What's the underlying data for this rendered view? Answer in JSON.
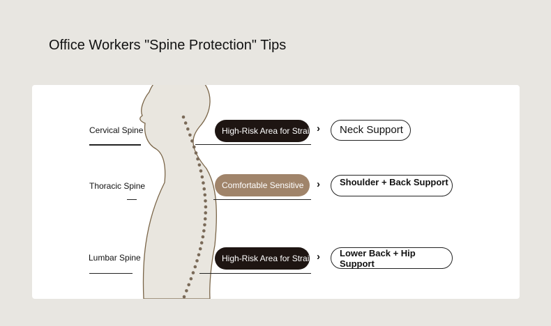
{
  "title": "Office Workers \"Spine Protection\" Tips",
  "rows": [
    {
      "region": "Cervical Spine",
      "status": "High-Risk Area for Strain",
      "arrow": "›",
      "tip": "Neck Support"
    },
    {
      "region": "Thoracic Spine",
      "status": "Comfortable Sensitive",
      "arrow": "›",
      "tip": "Shoulder + Back Support"
    },
    {
      "region": "Lumbar Spine",
      "status": "High-Risk Area for Strain",
      "arrow": "›",
      "tip": "Lower Back + Hip Support"
    }
  ],
  "colors": {
    "dark_pill": "#1e1512",
    "tan_pill": "#a0846a",
    "spine_dots": "#7a6a58"
  }
}
